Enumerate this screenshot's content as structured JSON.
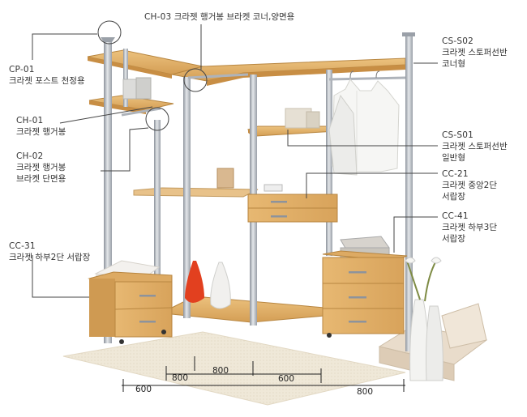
{
  "labels": {
    "ch03": {
      "code": "CH-03",
      "name": "크라젯 행거봉 브라켓 코너,양면용"
    },
    "cp01": {
      "code": "CP-01",
      "name": "크라젯 포스트 천정용"
    },
    "ch01": {
      "code": "CH-01",
      "name": "크라젯 행거봉"
    },
    "ch02": {
      "code": "CH-02",
      "name1": "크라젯 행거봉",
      "name2": "브라켓 단면용"
    },
    "cc31": {
      "code": "CC-31",
      "name": "크라젯 하부2단 서랍장"
    },
    "css02": {
      "code": "CS-S02",
      "name1": "크라젯 스토퍼선반",
      "name2": "코너형"
    },
    "css01": {
      "code": "CS-S01",
      "name1": "크라젯 스토퍼선반",
      "name2": "일반형"
    },
    "cc21": {
      "code": "CC-21",
      "name1": "크라젯 중앙2단",
      "name2": "서랍장"
    },
    "cc41": {
      "code": "CC-41",
      "name1": "크라젯 하부3단",
      "name2": "서랍장"
    }
  },
  "dimensions": {
    "d1": "600",
    "d2": "800",
    "d3": "800",
    "d4": "600",
    "d5": "800"
  },
  "colors": {
    "wood": "#e0b06a",
    "wood_dark": "#c88e44",
    "pole": "#b9bec6",
    "pole_dark": "#8d939c",
    "rug": "#efe8d8",
    "leader": "#444444"
  }
}
